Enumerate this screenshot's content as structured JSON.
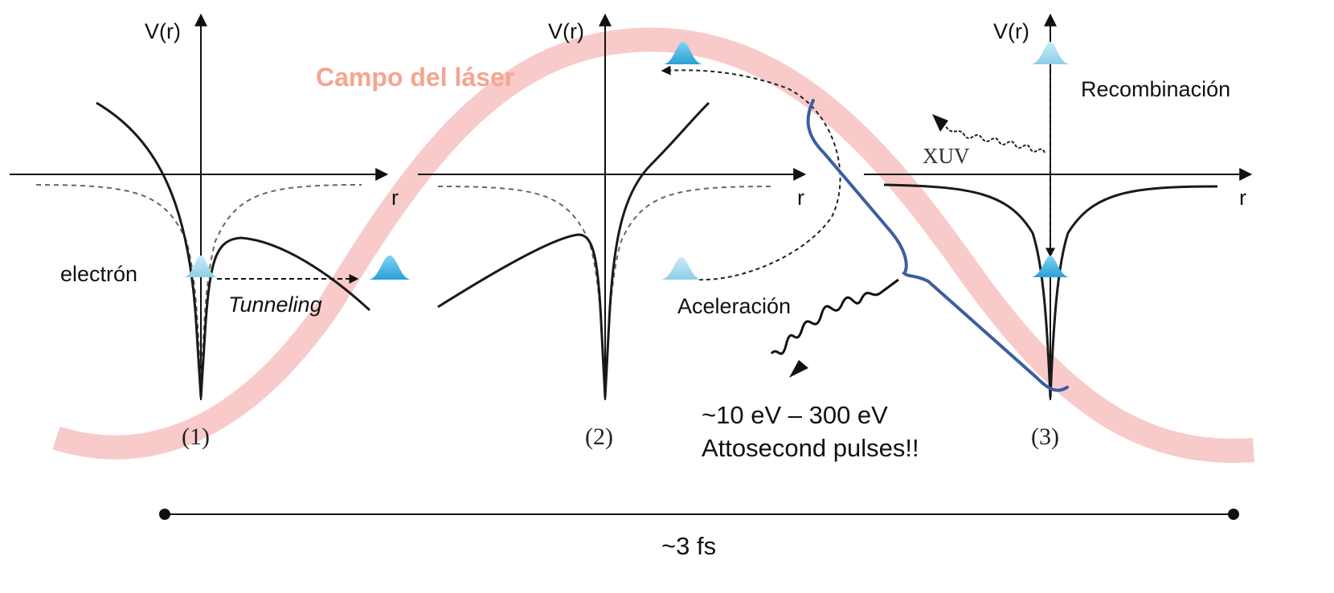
{
  "diagram": {
    "laser_field_label": "Campo del láser",
    "axis_y_label": "V(r)",
    "axis_x_label": "r",
    "panels": [
      {
        "label": "(1)"
      },
      {
        "label": "(2)"
      },
      {
        "label": "(3)"
      }
    ],
    "annotations": {
      "electron": "electrón",
      "tunneling": "Tunneling",
      "acceleration": "Aceleración",
      "recombination": "Recombinación",
      "xuv": "XUV",
      "energy_range": "~10 eV – 300 eV",
      "pulses": "Attosecond pulses!!",
      "duration": "~3 fs"
    },
    "colors": {
      "laser_band": "#f8c4c4",
      "laser_text": "#f4a590",
      "wavepacket": "#3fb0e0",
      "brace": "#3a5fa0",
      "potential": "#1a1a1a"
    }
  }
}
